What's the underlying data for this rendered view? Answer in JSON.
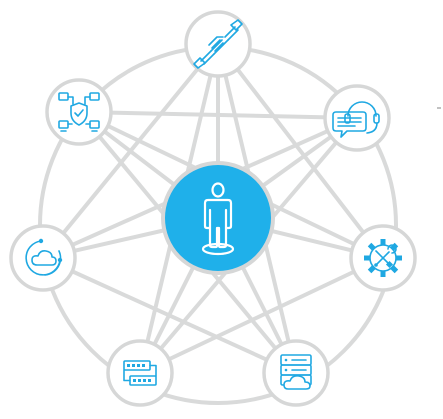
{
  "diagram": {
    "type": "hub-and-spoke network",
    "accent_color": "#1fb0ea",
    "line_color": "#d9dada",
    "hub": {
      "icon": "person-standing-icon"
    },
    "nodes": [
      {
        "id": "partnership",
        "icon": "handshake-icon"
      },
      {
        "id": "support",
        "icon": "headset-chat-icon"
      },
      {
        "id": "settings",
        "icon": "gear-tools-icon"
      },
      {
        "id": "cloud-server",
        "icon": "cloud-server-icon"
      },
      {
        "id": "network-hardware",
        "icon": "network-switch-icon"
      },
      {
        "id": "cloud-sync",
        "icon": "cloud-sync-icon"
      },
      {
        "id": "network-security",
        "icon": "network-shield-icon"
      }
    ]
  }
}
